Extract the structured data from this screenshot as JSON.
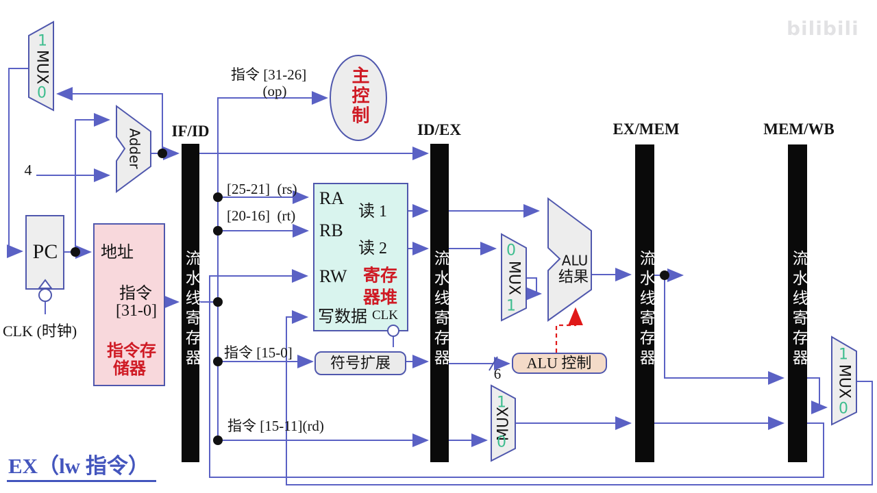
{
  "watermark": {
    "text": "bilibili"
  },
  "stage_banner": {
    "text": "EX（lw 指令）"
  },
  "pipeline": {
    "if_id": "IF/ID",
    "id_ex": "ID/EX",
    "ex_mem": "EX/MEM",
    "mem_wb": "MEM/WB",
    "bar_vertical": "流水线寄存器"
  },
  "fields": {
    "op": "指令 [31-26]",
    "op_sub": "(op)",
    "rs": "[25-21]  (rs)",
    "rt": "[20-16]  (rt)",
    "imm": "指令 [15-0]",
    "rd": "指令 [15-11](rd)",
    "four": "4",
    "six": "6",
    "clk_pc": "CLK (时钟)",
    "clk_reg": "CLK"
  },
  "blocks": {
    "pc": "PC",
    "adder": "Adder",
    "main_control": "主控制",
    "instr_mem": {
      "addr": "地址",
      "out_line1": "指令",
      "out_line2": "[31-0]",
      "name_line1": "指令存",
      "name_line2": "储器"
    },
    "reg_file": {
      "ra": "RA",
      "rb": "RB",
      "rw": "RW",
      "write_data": "写数据",
      "read1": "读 1",
      "read2": "读 2",
      "name_line1": "寄存",
      "name_line2": "器堆"
    },
    "sign_extend": "符号扩展",
    "alu_control": "ALU 控制",
    "alu_line1": "ALU",
    "alu_line2": "结果",
    "mux": "MUX",
    "one": "1",
    "zero": "0"
  },
  "colors": {
    "wire": "#5a61c4",
    "border": "#4f57ad",
    "bar": "#0a0a0a",
    "green_digit": "#3dbd8e",
    "red_text": "#cf1a24",
    "pink_fill": "#f8d8dc",
    "cyan_fill": "#d9f4ee",
    "gray_fill": "#ededed",
    "wheat_fill": "#f4dbc8",
    "dashed_control": "#e01818",
    "banner_blue": "#4355bd"
  }
}
